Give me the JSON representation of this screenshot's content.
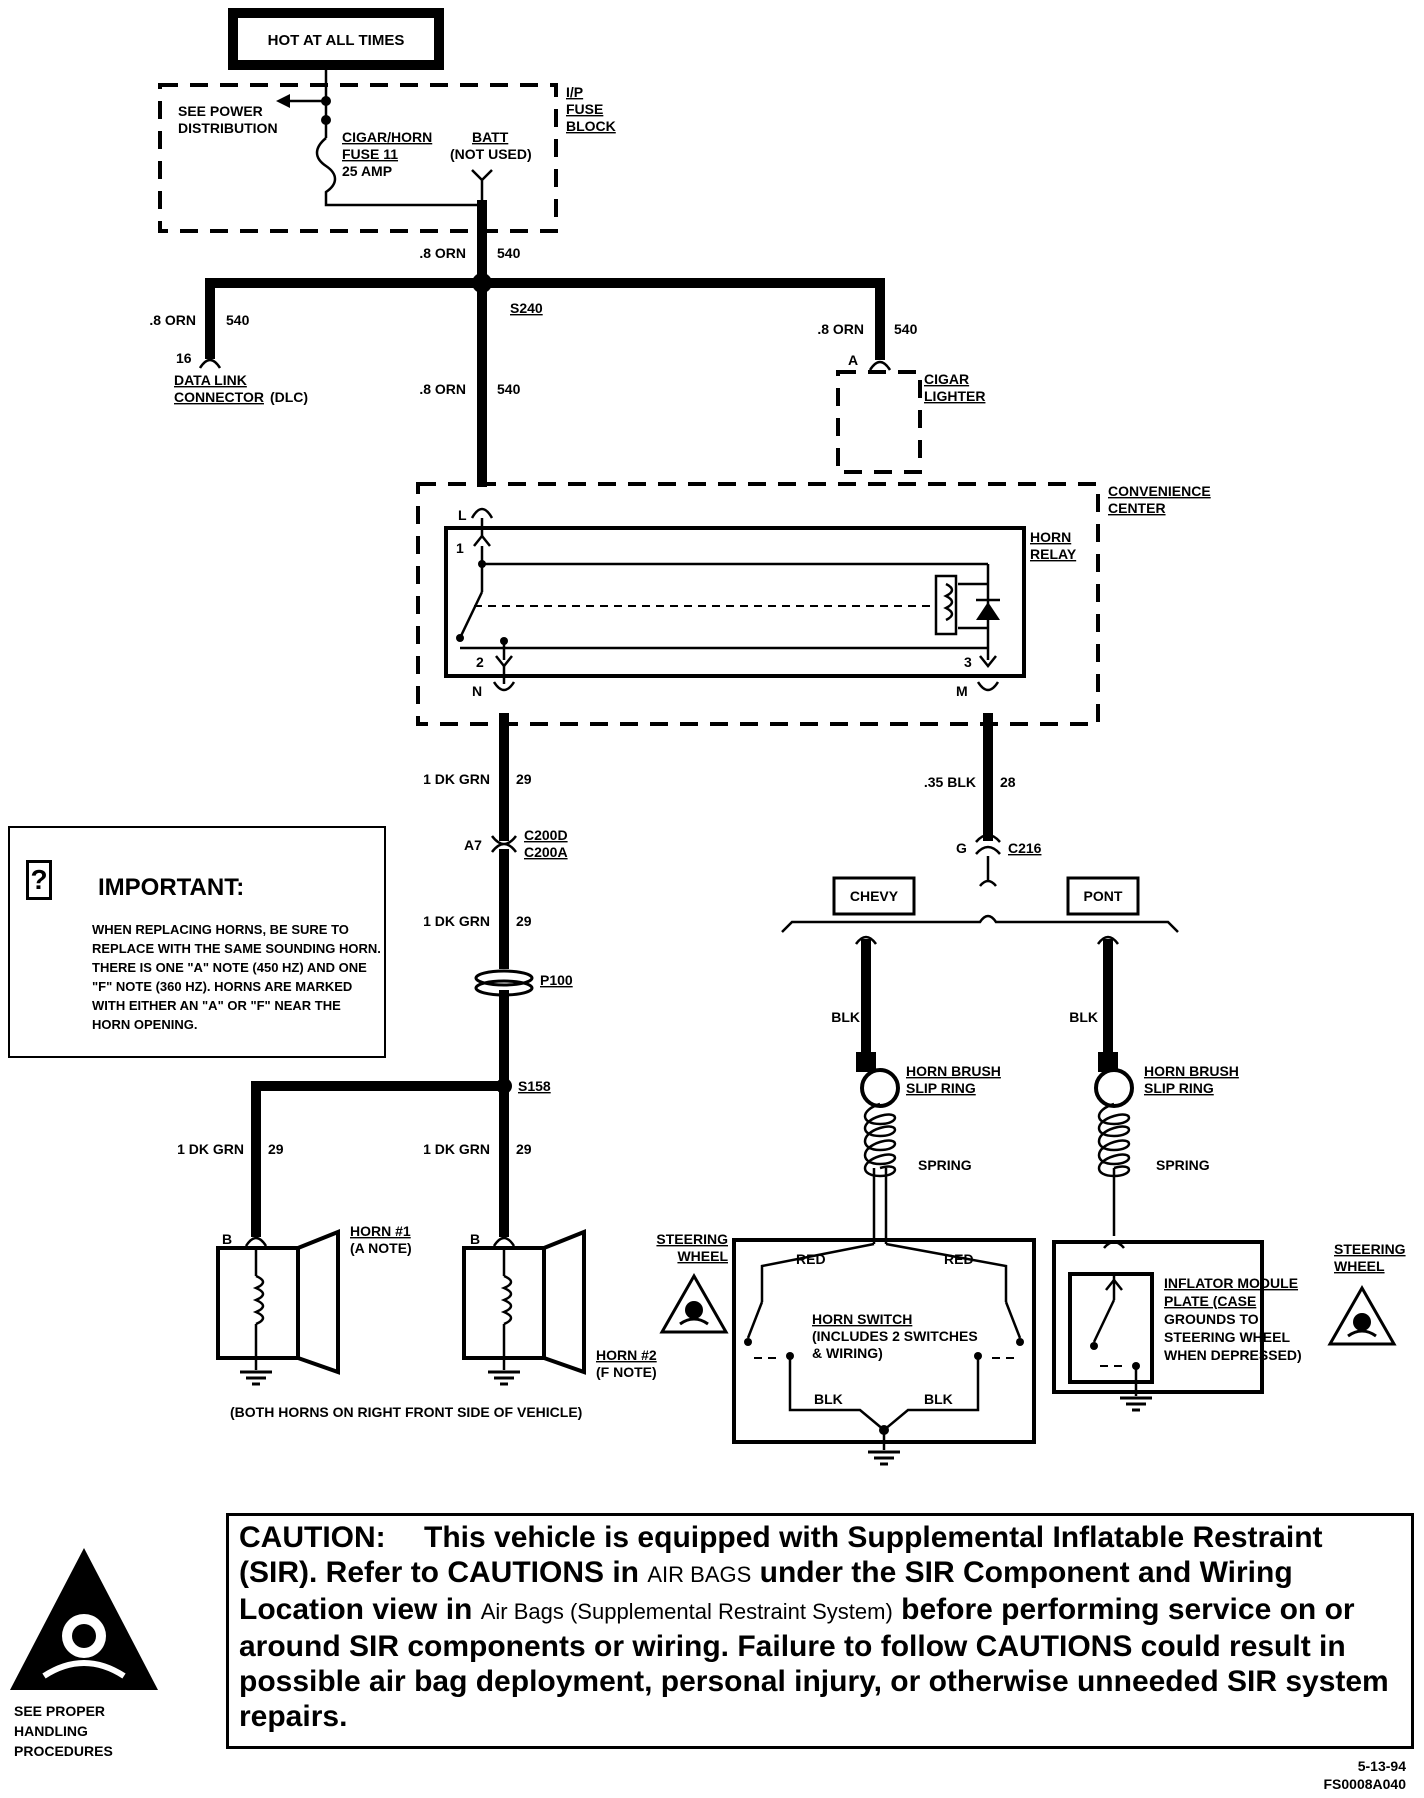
{
  "header": {
    "power_label": "HOT AT ALL TIMES"
  },
  "fuse_block": {
    "name_lines": [
      "I/P",
      "FUSE",
      "BLOCK"
    ],
    "see_power_lines": [
      "SEE POWER",
      "DISTRIBUTION"
    ],
    "fuse_lines": [
      "CIGAR/HORN",
      "FUSE 11",
      "25 AMP"
    ],
    "batt_lines": [
      "BATT",
      "(NOT USED)"
    ]
  },
  "wires": {
    "w540_gauge": ".8 ORN",
    "w540_circuit": "540",
    "w29_gauge": "1 DK GRN",
    "w29_circuit": "29",
    "w28_gauge": ".35 BLK",
    "w28_circuit": "28",
    "blk": "BLK",
    "red": "RED"
  },
  "splices": {
    "s240": "S240",
    "s158": "S158"
  },
  "dlc": {
    "pin": "16",
    "name_lines": [
      "DATA LINK",
      "CONNECTOR"
    ],
    "suffix": "(DLC)"
  },
  "cigar_lighter": {
    "pin": "A",
    "name_lines": [
      "CIGAR",
      "LIGHTER"
    ]
  },
  "convenience_center": {
    "name_lines": [
      "CONVENIENCE",
      "CENTER"
    ],
    "pin_l": "L",
    "pin_n": "N",
    "pin_m": "M",
    "relay_lines": [
      "HORN",
      "RELAY"
    ],
    "relay_pin_1": "1",
    "relay_pin_2": "2",
    "relay_pin_3": "3"
  },
  "connectors": {
    "c200_pin": "A7",
    "c200_lines": [
      "C200D",
      "C200A"
    ],
    "p100": "P100",
    "c216_pin": "G",
    "c216": "C216"
  },
  "important": {
    "title": "IMPORTANT:",
    "body": "When replacing horns, be sure to replace with the same sounding horn. There is one \"A\" note (450 Hz) and one \"F\" note (360 Hz). Horns are marked with either an \"A\" or \"F\" near the horn opening."
  },
  "horns": {
    "pin_b": "B",
    "horn1_lines": [
      "HORN #1",
      "(A NOTE)"
    ],
    "horn2_lines": [
      "HORN #2",
      "(F NOTE)"
    ],
    "location_note": "(BOTH HORNS ON RIGHT FRONT SIDE OF VEHICLE)"
  },
  "variants": {
    "chevy": "CHEVY",
    "pont": "PONT"
  },
  "steering": {
    "brush_lines": [
      "HORN BRUSH",
      "SLIP RING"
    ],
    "spring": "SPRING",
    "wheel_lines": [
      "STEERING",
      "WHEEL"
    ],
    "switch_lines": [
      "HORN SWITCH",
      "(INCLUDES 2 SWITCHES",
      "& WIRING)"
    ],
    "inflator_lines": [
      "INFLATOR MODULE",
      "PLATE (CASE",
      "GROUNDS TO",
      "STEERING WHEEL",
      "WHEN DEPRESSED)"
    ]
  },
  "caution": {
    "tag": "CAUTION:",
    "text_1": "This vehicle is equipped with Supplemental Inflatable Restraint (SIR). Refer to CAUTIONS in",
    "ref_1": "AIR BAGS",
    "text_2": "under the SIR Component and Wiring Location view in",
    "ref_2": "Air Bags (Supplemental Restraint System)",
    "text_3": "before performing service on or around SIR components or wiring. Failure to follow CAUTIONS could result in possible air bag deployment, personal injury, or otherwise unneeded SIR system repairs."
  },
  "handling": {
    "lines": [
      "SEE PROPER",
      "HANDLING",
      "PROCEDURES"
    ]
  },
  "footer": {
    "date": "5-13-94",
    "code": "FS0008A040"
  }
}
